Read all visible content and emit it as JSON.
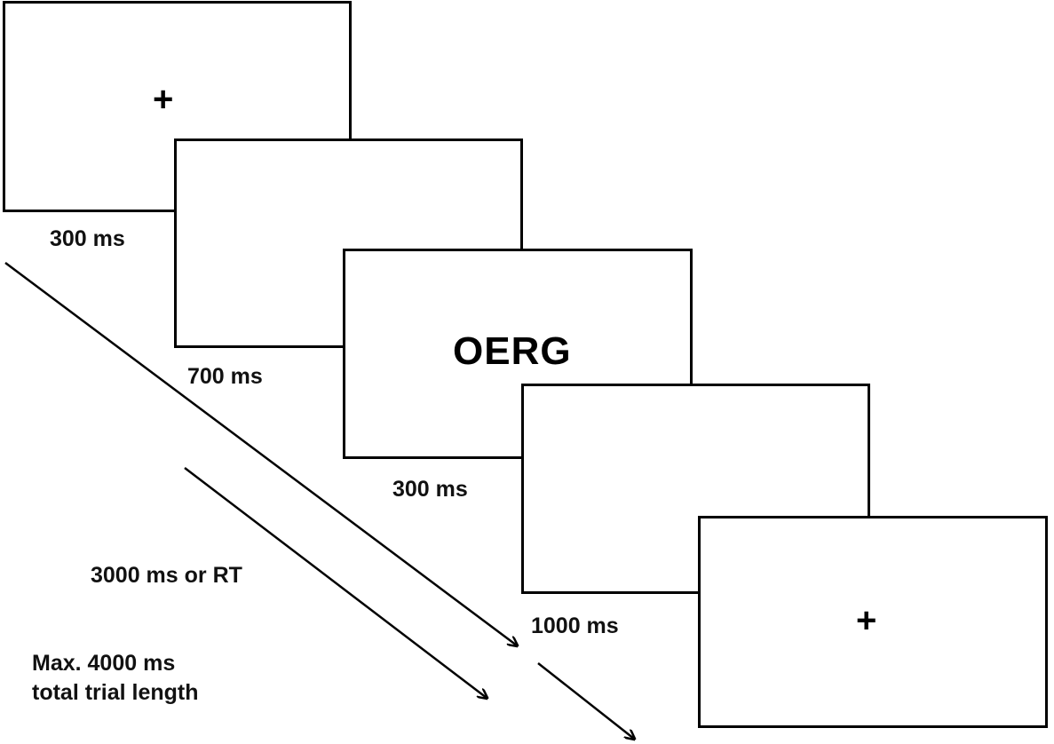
{
  "screens": [
    {
      "content": "+"
    },
    {
      "content": ""
    },
    {
      "content": "OERG"
    },
    {
      "content": ""
    },
    {
      "content": "+"
    }
  ],
  "durations": [
    "300 ms",
    "700 ms",
    "300 ms",
    "1000 ms"
  ],
  "annotations": {
    "response_window": "3000 ms or RT",
    "max_line_1": "Max. 4000 ms",
    "max_line_2": "total trial length"
  }
}
